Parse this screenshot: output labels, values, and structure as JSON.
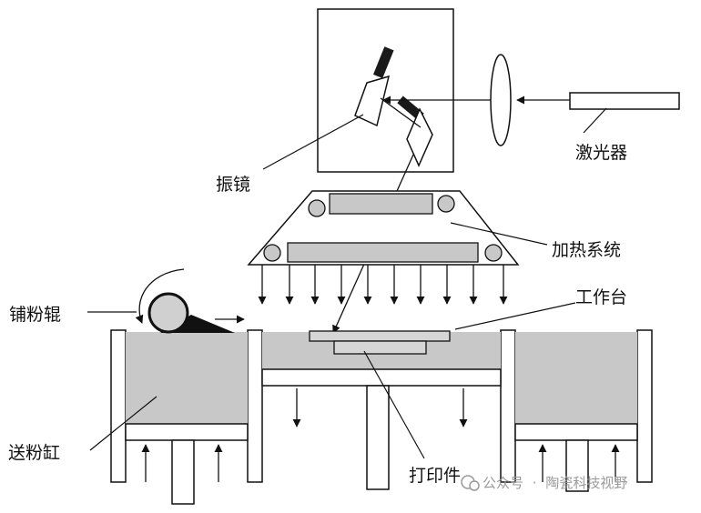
{
  "labels": {
    "galvo": "振镜",
    "laser": "激光器",
    "heater": "加热系统",
    "roller": "铺粉辊",
    "platform": "工作台",
    "feed_cylinder": "送粉缸",
    "part": "打印件"
  },
  "watermark": {
    "prefix": "公众号",
    "separator": "·",
    "name": "陶瓷科技视野"
  },
  "colors": {
    "powder": "#c8c8c8",
    "line": "#111111",
    "roller_fill": "#d0d0d0",
    "mirror_block": "#1a1a1a"
  }
}
